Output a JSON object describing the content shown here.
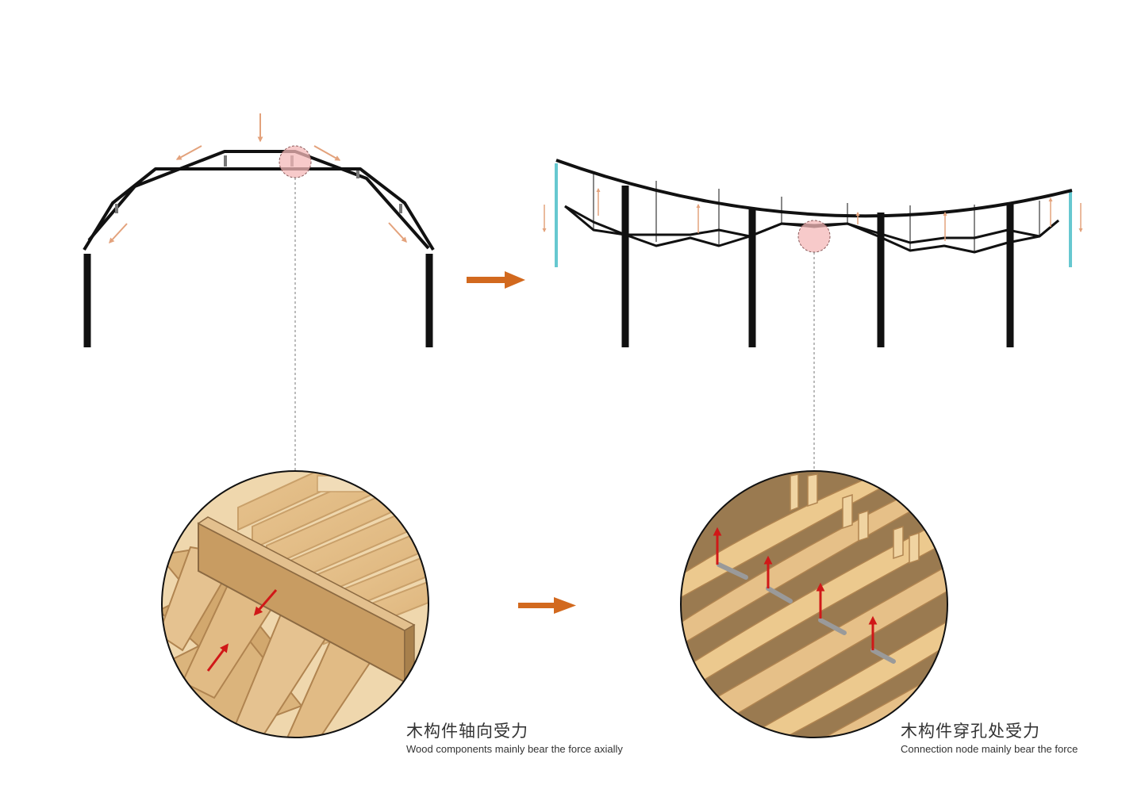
{
  "captions": {
    "left": {
      "chinese": "木构件轴向受力",
      "english": "Wood components mainly bear the force axially"
    },
    "right": {
      "chinese": "木构件穿孔处受力",
      "english": "Connection node mainly bear the force"
    }
  },
  "colors": {
    "structure": "#111111",
    "force_arrow": "#e3a27c",
    "process_arrow": "#d2691e",
    "detail_arrow": "#d01818",
    "cable": "#66c8d0",
    "highlight": "#f4b8b8",
    "wood_light": "#e3c08e",
    "wood_dark": "#8c6a42"
  },
  "icons": [
    "process-arrow-icon",
    "force-arrow-icon",
    "highlight-circle-icon"
  ]
}
